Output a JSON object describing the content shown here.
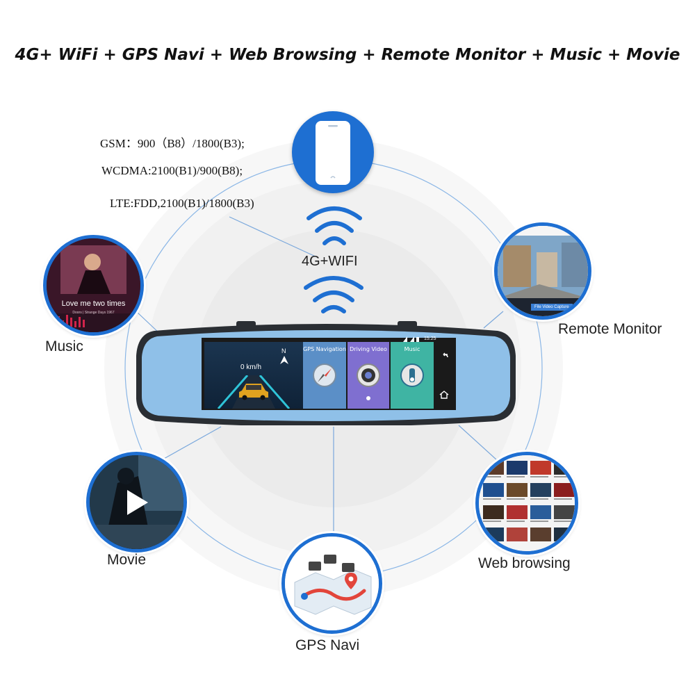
{
  "headline": "4G+ WiFi + GPS Navi + Web Browsing + Remote Monitor + Music + Movie",
  "specs": {
    "gsm": "GSM：900（B8）/1800(B3);",
    "wcdma": "WCDMA:2100(B1)/900(B8);",
    "lte": "LTE:FDD,2100(B1)/1800(B3)"
  },
  "connectivity_label": "4G+WIFI",
  "features": {
    "music": "Music",
    "movie": "Movie",
    "remote_monitor": "Remote Monitor",
    "web_browsing": "Web browsing",
    "gps_navi": "GPS Navi"
  },
  "music_badge": {
    "song": "Love me two times",
    "artist": "Doors | Strange Days 1967"
  },
  "remote_badge": {
    "capture_button": "File Video Capture"
  },
  "screen": {
    "time": "15:25",
    "speed": "0 km/h",
    "compass": "N",
    "tiles": [
      "GPS Navigation",
      "Driving Video",
      "Music"
    ]
  },
  "colors": {
    "accent": "#1e6fd2",
    "mirror_frame": "#2a2e33",
    "mirror_glass": "#8fc0e8",
    "tile_gps": "#5b8fc7",
    "tile_video": "#7f6fd0",
    "tile_music": "#3fb4a3"
  }
}
